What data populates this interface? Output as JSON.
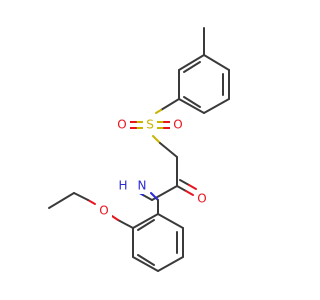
{
  "colors": {
    "carbon": "#3a3a3a",
    "oxygen": "#e8141e",
    "nitrogen": "#2a2ad6",
    "sulfur": "#c9b400",
    "background": "#ffffff"
  },
  "atoms": {
    "sulfur": "S",
    "sulfonyl_oxygen_left": "O",
    "sulfonyl_oxygen_right": "O",
    "amide_nitrogen": "N",
    "amide_hydrogen": "H",
    "carbonyl_oxygen": "O",
    "ether_oxygen": "O"
  }
}
